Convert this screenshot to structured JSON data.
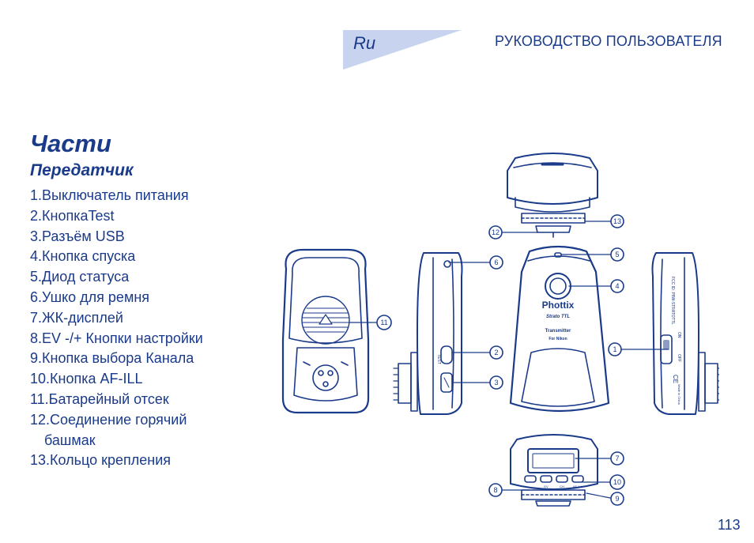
{
  "header": {
    "lang_code": "Ru",
    "title": "РУКОВОДСТВО ПОЛЬЗОВАТЕЛЯ"
  },
  "section_title": "Части",
  "subsection_title": "Передатчик",
  "parts": [
    "1.Выключатель питания",
    "2.КнопкаTest",
    "3.Разъём USB",
    "4.Кнопка спуска",
    "5.Диод статуса",
    "6.Ушко для ремня",
    "7.ЖК-дисплей",
    "8.EV -/+ Кнопки настройки",
    "9.Кнопка выбора Канала",
    "10.Кнопка AF-ILL",
    "11.Батарейный отсек",
    "12.Соединение горячий",
    "башмак",
    "13.Кольцо крепления"
  ],
  "device_labels": {
    "brand": "Phottix",
    "model": "Strato TTL",
    "type": "Transmitter",
    "for": "For Nikon",
    "test": "TEST",
    "off": "OFF",
    "on": "ON",
    "ce": "CE",
    "fcc": "FCC ID: P8W-STRATOTTL",
    "made_in": "Made in China",
    "btn_ev": "EV",
    "btn_ch": "CH",
    "btn_afill": "AF-ILL"
  },
  "callouts": [
    "1",
    "2",
    "3",
    "4",
    "5",
    "6",
    "7",
    "8",
    "9",
    "10",
    "11",
    "12",
    "13"
  ],
  "page_number": "113",
  "colors": {
    "primary": "#1a3a8a",
    "tab_fill": "#c8d3ef"
  }
}
